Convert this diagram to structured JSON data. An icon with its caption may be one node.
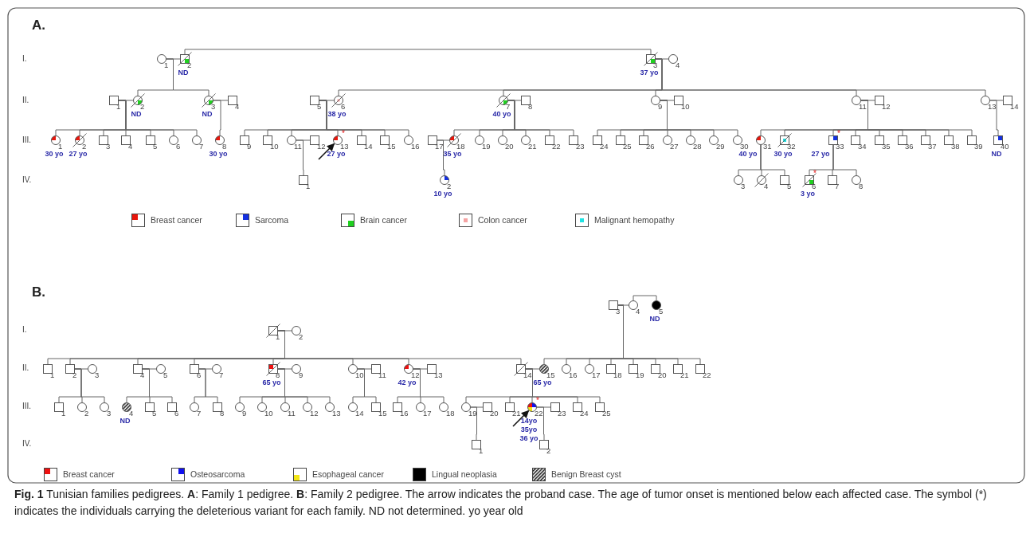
{
  "diagram": {
    "caption": "**Fig. 1** Tunisian families pedigrees. **A**: Family 1 pedigree. **B**: Family 2 pedigree. The arrow indicates the proband case. The age of tumor onset is mentioned below each affected case. The symbol (*) indicates the individuals carrying the deleterious variant for each family. ND not determined. yo year old",
    "nodes": [
      {
        "text": [
          "1"
        ]
      },
      {
        "text": [
          "2"
        ],
        "beside": [
          "ND"
        ]
      },
      {
        "text": [
          "3"
        ],
        "beside": [
          "37 yo"
        ]
      },
      {
        "text": [
          "4"
        ]
      },
      {
        "text": [
          "1"
        ]
      },
      {
        "text": [
          "2"
        ],
        "beside": [
          "ND"
        ]
      },
      {
        "text": [
          "3"
        ],
        "beside": [
          "ND"
        ]
      },
      {
        "text": [
          "4"
        ]
      },
      {
        "text": [
          "5"
        ]
      },
      {
        "text": [
          "6"
        ],
        "beside": [
          "38 yo"
        ]
      },
      {
        "text": [
          "7"
        ],
        "beside": [
          "40 yo"
        ]
      },
      {
        "text": [
          "8"
        ]
      },
      {
        "text": [
          "9"
        ]
      },
      {
        "text": [
          "10"
        ]
      },
      {
        "text": [
          "11"
        ]
      },
      {
        "text": [
          "12"
        ]
      },
      {
        "text": [
          "13"
        ]
      },
      {
        "text": [
          "14"
        ]
      },
      {
        "text": [
          "1"
        ],
        "beside": [
          "30 yo"
        ]
      },
      {
        "text": [
          "2"
        ],
        "beside": [
          "27 yo"
        ]
      },
      {
        "text": [
          "3"
        ]
      },
      {
        "text": [
          "4"
        ]
      },
      {
        "text": [
          "5"
        ]
      },
      {
        "text": [
          "6"
        ]
      },
      {
        "text": [
          "7"
        ]
      },
      {
        "text": [
          "8"
        ],
        "beside": [
          "30 yo"
        ]
      },
      {
        "text": [
          "9"
        ]
      },
      {
        "text": [
          "10"
        ]
      },
      {
        "text": [
          "11"
        ]
      },
      {
        "text": [
          "12"
        ]
      },
      {
        "text": [
          "13"
        ],
        "beside": [
          "*",
          "27 yo"
        ]
      },
      {
        "text": [
          "14"
        ]
      },
      {
        "text": [
          "15"
        ]
      },
      {
        "text": [
          "16"
        ]
      },
      {
        "text": [
          "17"
        ]
      },
      {
        "text": [
          "18"
        ],
        "beside": [
          "35 yo"
        ]
      },
      {
        "text": [
          "19"
        ]
      },
      {
        "text": [
          "20"
        ]
      },
      {
        "text": [
          "21"
        ]
      },
      {
        "text": [
          "22"
        ]
      },
      {
        "text": [
          "23"
        ]
      },
      {
        "text": [
          "24"
        ]
      },
      {
        "text": [
          "25"
        ]
      },
      {
        "text": [
          "26"
        ]
      },
      {
        "text": [
          "27"
        ]
      },
      {
        "text": [
          "28"
        ]
      },
      {
        "text": [
          "29"
        ]
      },
      {
        "text": [
          "30"
        ]
      },
      {
        "text": [
          "31"
        ],
        "beside": [
          "40 yo"
        ]
      },
      {
        "text": [
          "32"
        ],
        "beside": [
          "30 yo"
        ]
      },
      {
        "text": [
          "33"
        ],
        "beside": [
          "*",
          "27 yo"
        ]
      },
      {
        "text": [
          "34"
        ]
      },
      {
        "text": [
          "35"
        ]
      },
      {
        "text": [
          "36"
        ]
      },
      {
        "text": [
          "37"
        ]
      },
      {
        "text": [
          "38"
        ]
      },
      {
        "text": [
          "39"
        ]
      },
      {
        "text": [
          "40"
        ],
        "beside": [
          "ND"
        ]
      },
      {
        "text": [
          "1"
        ]
      },
      {
        "text": [
          "2"
        ],
        "beside": [
          "10 yo"
        ]
      },
      {
        "text": [
          "3"
        ]
      },
      {
        "text": [
          "4"
        ]
      },
      {
        "text": [
          "5"
        ]
      },
      {
        "text": [
          "6"
        ],
        "beside": [
          "*",
          "3 yo"
        ]
      },
      {
        "text": [
          "7"
        ]
      },
      {
        "text": [
          "8"
        ]
      },
      {
        "text": [
          "1"
        ]
      },
      {
        "text": [
          "2"
        ]
      },
      {
        "text": [
          "3"
        ]
      },
      {
        "text": [
          "4"
        ]
      },
      {
        "text": [
          "5"
        ],
        "beside": [
          "ND"
        ]
      },
      {
        "text": [
          "1"
        ]
      },
      {
        "text": [
          "2"
        ]
      },
      {
        "text": [
          "3"
        ]
      },
      {
        "text": [
          "4"
        ]
      },
      {
        "text": [
          "5"
        ]
      },
      {
        "text": [
          "6"
        ]
      },
      {
        "text": [
          "7"
        ]
      },
      {
        "text": [
          "8"
        ],
        "beside": [
          "65 yo"
        ]
      },
      {
        "text": [
          "9"
        ]
      },
      {
        "text": [
          "10"
        ]
      },
      {
        "text": [
          "11"
        ]
      },
      {
        "text": [
          "12"
        ],
        "beside": [
          "42 yo"
        ]
      },
      {
        "text": [
          "13"
        ]
      },
      {
        "text": [
          "14"
        ]
      },
      {
        "text": [
          "15"
        ],
        "beside": [
          "65 yo"
        ]
      },
      {
        "text": [
          "16"
        ]
      },
      {
        "text": [
          "17"
        ]
      },
      {
        "text": [
          "18"
        ]
      },
      {
        "text": [
          "19"
        ]
      },
      {
        "text": [
          "20"
        ]
      },
      {
        "text": [
          "21"
        ]
      },
      {
        "text": [
          "22"
        ]
      },
      {
        "text": [
          "1"
        ]
      },
      {
        "text": [
          "2"
        ]
      },
      {
        "text": [
          "3"
        ]
      },
      {
        "text": [
          "4"
        ],
        "beside": [
          "ND"
        ]
      },
      {
        "text": [
          "5"
        ]
      },
      {
        "text": [
          "6"
        ]
      },
      {
        "text": [
          "7"
        ]
      },
      {
        "text": [
          "8"
        ]
      },
      {
        "text": [
          "9"
        ]
      },
      {
        "text": [
          "10"
        ]
      },
      {
        "text": [
          "11"
        ]
      },
      {
        "text": [
          "12"
        ]
      },
      {
        "text": [
          "13"
        ]
      },
      {
        "text": [
          "14"
        ]
      },
      {
        "text": [
          "15"
        ]
      },
      {
        "text": [
          "16"
        ]
      },
      {
        "text": [
          "17"
        ]
      },
      {
        "text": [
          "18"
        ]
      },
      {
        "text": [
          "19"
        ]
      },
      {
        "text": [
          "20"
        ]
      },
      {
        "text": [
          "21"
        ]
      },
      {
        "text": [
          "22"
        ],
        "beside": [
          "*",
          "14yo",
          "35yo",
          "36 yo"
        ]
      },
      {
        "text": [
          "23"
        ]
      },
      {
        "text": [
          "24"
        ]
      },
      {
        "text": [
          "25"
        ]
      },
      {
        "text": [
          "1"
        ]
      },
      {
        "text": [
          "2"
        ]
      }
    ],
    "edges": [
      {
        "from": 0,
        "to": 1,
        "arrow": "none"
      },
      {
        "from": 2,
        "to": 3,
        "arrow": "none"
      },
      {
        "from": 4,
        "to": 5,
        "arrow": "none"
      },
      {
        "from": 6,
        "to": 7,
        "arrow": "none"
      },
      {
        "from": 8,
        "to": 9,
        "arrow": "none"
      },
      {
        "from": 10,
        "to": 11,
        "arrow": "none"
      },
      {
        "from": 12,
        "to": 13,
        "arrow": "none"
      },
      {
        "from": 14,
        "to": 15,
        "arrow": "none"
      },
      {
        "from": 16,
        "to": 17,
        "arrow": "none"
      },
      {
        "from": 28,
        "to": 29,
        "arrow": "none"
      },
      {
        "from": 34,
        "to": 35,
        "arrow": "none"
      },
      {
        "from": 1,
        "to": 2,
        "arrow": "none"
      },
      {
        "from": 0,
        "to": 5,
        "arrow": "none"
      },
      {
        "from": 0,
        "to": 6,
        "arrow": "none"
      },
      {
        "from": 2,
        "to": 9,
        "arrow": "none"
      },
      {
        "from": 2,
        "to": 10,
        "arrow": "none"
      },
      {
        "from": 2,
        "to": 12,
        "arrow": "none"
      },
      {
        "from": 2,
        "to": 14,
        "arrow": "none"
      },
      {
        "from": 2,
        "to": 16,
        "arrow": "none"
      },
      {
        "from": 4,
        "to": 18,
        "arrow": "none"
      },
      {
        "from": 4,
        "to": 19,
        "arrow": "none"
      },
      {
        "from": 4,
        "to": 20,
        "arrow": "none"
      },
      {
        "from": 4,
        "to": 21,
        "arrow": "none"
      },
      {
        "from": 4,
        "to": 22,
        "arrow": "none"
      },
      {
        "from": 4,
        "to": 23,
        "arrow": "none"
      },
      {
        "from": 4,
        "to": 24,
        "arrow": "none"
      },
      {
        "from": 6,
        "to": 25,
        "arrow": "none"
      },
      {
        "from": 8,
        "to": 26,
        "arrow": "none"
      },
      {
        "from": 8,
        "to": 27,
        "arrow": "none"
      },
      {
        "from": 8,
        "to": 28,
        "arrow": "none"
      },
      {
        "from": 8,
        "to": 30,
        "arrow": "none"
      },
      {
        "from": 8,
        "to": 31,
        "arrow": "none"
      },
      {
        "from": 8,
        "to": 32,
        "arrow": "none"
      },
      {
        "from": 8,
        "to": 33,
        "arrow": "none"
      },
      {
        "from": 10,
        "to": 35,
        "arrow": "none"
      },
      {
        "from": 10,
        "to": 36,
        "arrow": "none"
      },
      {
        "from": 10,
        "to": 37,
        "arrow": "none"
      },
      {
        "from": 10,
        "to": 38,
        "arrow": "none"
      },
      {
        "from": 10,
        "to": 39,
        "arrow": "none"
      },
      {
        "from": 10,
        "to": 40,
        "arrow": "none"
      },
      {
        "from": 12,
        "to": 41,
        "arrow": "none"
      },
      {
        "from": 12,
        "to": 42,
        "arrow": "none"
      },
      {
        "from": 12,
        "to": 43,
        "arrow": "none"
      },
      {
        "from": 12,
        "to": 44,
        "arrow": "none"
      },
      {
        "from": 12,
        "to": 45,
        "arrow": "none"
      },
      {
        "from": 12,
        "to": 46,
        "arrow": "none"
      },
      {
        "from": 12,
        "to": 47,
        "arrow": "none"
      },
      {
        "from": 14,
        "to": 48,
        "arrow": "none"
      },
      {
        "from": 14,
        "to": 49,
        "arrow": "none"
      },
      {
        "from": 14,
        "to": 50,
        "arrow": "none"
      },
      {
        "from": 14,
        "to": 51,
        "arrow": "none"
      },
      {
        "from": 14,
        "to": 52,
        "arrow": "none"
      },
      {
        "from": 14,
        "to": 53,
        "arrow": "none"
      },
      {
        "from": 14,
        "to": 54,
        "arrow": "none"
      },
      {
        "from": 14,
        "to": 55,
        "arrow": "none"
      },
      {
        "from": 14,
        "to": 56,
        "arrow": "none"
      },
      {
        "from": 16,
        "to": 57,
        "arrow": "none"
      },
      {
        "from": 28,
        "to": 58,
        "arrow": "none"
      },
      {
        "from": 34,
        "to": 59,
        "arrow": "none"
      },
      {
        "from": 48,
        "to": 60,
        "arrow": "none"
      },
      {
        "from": 48,
        "to": 61,
        "arrow": "none"
      },
      {
        "from": 48,
        "to": 62,
        "arrow": "none"
      },
      {
        "from": 50,
        "to": 63,
        "arrow": "none"
      },
      {
        "from": 50,
        "to": 64,
        "arrow": "none"
      },
      {
        "from": 50,
        "to": 65,
        "arrow": "none"
      },
      {
        "from": null,
        "to": 30,
        "arrow": "to"
      },
      {
        "from": 66,
        "to": 67,
        "arrow": "none"
      },
      {
        "from": 68,
        "to": 69,
        "arrow": "none"
      },
      {
        "from": 72,
        "to": 73,
        "arrow": "none"
      },
      {
        "from": 74,
        "to": 75,
        "arrow": "none"
      },
      {
        "from": 76,
        "to": 77,
        "arrow": "none"
      },
      {
        "from": 78,
        "to": 79,
        "arrow": "none"
      },
      {
        "from": 80,
        "to": 81,
        "arrow": "none"
      },
      {
        "from": 82,
        "to": 83,
        "arrow": "none"
      },
      {
        "from": 84,
        "to": 85,
        "arrow": "none"
      },
      {
        "from": 111,
        "to": 112,
        "arrow": "none"
      },
      {
        "from": 114,
        "to": 115,
        "arrow": "none"
      },
      {
        "from": 69,
        "to": 70,
        "arrow": "none"
      },
      {
        "from": 66,
        "to": 71,
        "arrow": "none"
      },
      {
        "from": 66,
        "to": 72,
        "arrow": "none"
      },
      {
        "from": 66,
        "to": 74,
        "arrow": "none"
      },
      {
        "from": 66,
        "to": 76,
        "arrow": "none"
      },
      {
        "from": 66,
        "to": 78,
        "arrow": "none"
      },
      {
        "from": 66,
        "to": 80,
        "arrow": "none"
      },
      {
        "from": 66,
        "to": 82,
        "arrow": "none"
      },
      {
        "from": 66,
        "to": 84,
        "arrow": "none"
      },
      {
        "from": 68,
        "to": 85,
        "arrow": "none"
      },
      {
        "from": 68,
        "to": 86,
        "arrow": "none"
      },
      {
        "from": 68,
        "to": 87,
        "arrow": "none"
      },
      {
        "from": 68,
        "to": 88,
        "arrow": "none"
      },
      {
        "from": 68,
        "to": 89,
        "arrow": "none"
      },
      {
        "from": 68,
        "to": 90,
        "arrow": "none"
      },
      {
        "from": 68,
        "to": 91,
        "arrow": "none"
      },
      {
        "from": 68,
        "to": 92,
        "arrow": "none"
      },
      {
        "from": 72,
        "to": 93,
        "arrow": "none"
      },
      {
        "from": 72,
        "to": 94,
        "arrow": "none"
      },
      {
        "from": 72,
        "to": 95,
        "arrow": "none"
      },
      {
        "from": 74,
        "to": 96,
        "arrow": "none"
      },
      {
        "from": 74,
        "to": 97,
        "arrow": "none"
      },
      {
        "from": 74,
        "to": 98,
        "arrow": "none"
      },
      {
        "from": 76,
        "to": 99,
        "arrow": "none"
      },
      {
        "from": 76,
        "to": 100,
        "arrow": "none"
      },
      {
        "from": 78,
        "to": 101,
        "arrow": "none"
      },
      {
        "from": 78,
        "to": 102,
        "arrow": "none"
      },
      {
        "from": 78,
        "to": 103,
        "arrow": "none"
      },
      {
        "from": 78,
        "to": 104,
        "arrow": "none"
      },
      {
        "from": 78,
        "to": 105,
        "arrow": "none"
      },
      {
        "from": 80,
        "to": 106,
        "arrow": "none"
      },
      {
        "from": 80,
        "to": 107,
        "arrow": "none"
      },
      {
        "from": 82,
        "to": 108,
        "arrow": "none"
      },
      {
        "from": 82,
        "to": 109,
        "arrow": "none"
      },
      {
        "from": 82,
        "to": 110,
        "arrow": "none"
      },
      {
        "from": 84,
        "to": 111,
        "arrow": "none"
      },
      {
        "from": 84,
        "to": 113,
        "arrow": "none"
      },
      {
        "from": 84,
        "to": 114,
        "arrow": "none"
      },
      {
        "from": 84,
        "to": 116,
        "arrow": "none"
      },
      {
        "from": 84,
        "to": 117,
        "arrow": "none"
      },
      {
        "from": 111,
        "to": 118,
        "arrow": "none"
      },
      {
        "from": 114,
        "to": 119,
        "arrow": "none"
      },
      {
        "from": null,
        "to": 114,
        "arrow": "to"
      }
    ],
    "labels": [
      "A.",
      "I.",
      "II.",
      "III.",
      "IV.",
      "B.",
      "I.",
      "II.",
      "III.",
      "IV."
    ],
    "legend": [
      {
        "text": "Breast cancer",
        "color": "#e8160c"
      },
      {
        "text": "Sarcoma",
        "color": "#1530e0"
      },
      {
        "text": "Brain cancer",
        "color": "#1fd01f"
      },
      {
        "text": "Colon cancer",
        "color": "#f5a3a3"
      },
      {
        "text": "Malignant hemopathy",
        "color": "#1fe3e3"
      },
      {
        "text": "Breast cancer",
        "color": "#ee1111"
      },
      {
        "text": "Osteosarcoma",
        "color": "#1111ee"
      },
      {
        "text": "Esophageal cancer",
        "color": "#f3e617"
      },
      {
        "text": "Lingual neoplasia",
        "color": "#000000"
      },
      {
        "text": "Benign Breast cyst"
      }
    ]
  }
}
